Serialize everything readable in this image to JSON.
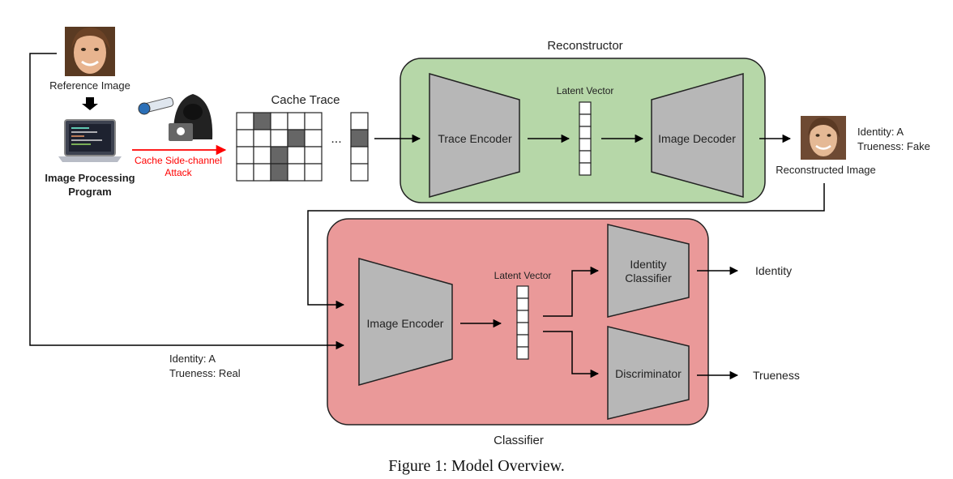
{
  "reference_image_label": "Reference Image",
  "program_label_line1": "Image Processing",
  "program_label_line2": "Program",
  "attack_label_line1": "Cache Side-channel",
  "attack_label_line2": "Attack",
  "cache_trace_label": "Cache Trace",
  "ellipsis": "...",
  "reconstructor": {
    "title": "Reconstructor",
    "trace_encoder": "Trace Encoder",
    "latent_vector": "Latent Vector",
    "image_decoder": "Image Decoder"
  },
  "reconstructed_image_label": "Reconstructed Image",
  "fake_identity": "Identity: A",
  "fake_trueness": "Trueness: Fake",
  "real_identity": "Identity: A",
  "real_trueness": "Trueness: Real",
  "classifier": {
    "title": "Classifier",
    "image_encoder": "Image Encoder",
    "latent_vector": "Latent Vector",
    "identity_classifier_line1": "Identity",
    "identity_classifier_line2": "Classifier",
    "discriminator": "Discriminator"
  },
  "output_identity": "Identity",
  "output_trueness": "Trueness",
  "caption": "Figure 1: Model Overview.",
  "colors": {
    "reconstructor_fill": "#b6d7a8",
    "classifier_fill": "#ea9999",
    "block_fill": "#b7b7b7",
    "attack_red": "#ff0000",
    "trace_dark": "#666666"
  }
}
